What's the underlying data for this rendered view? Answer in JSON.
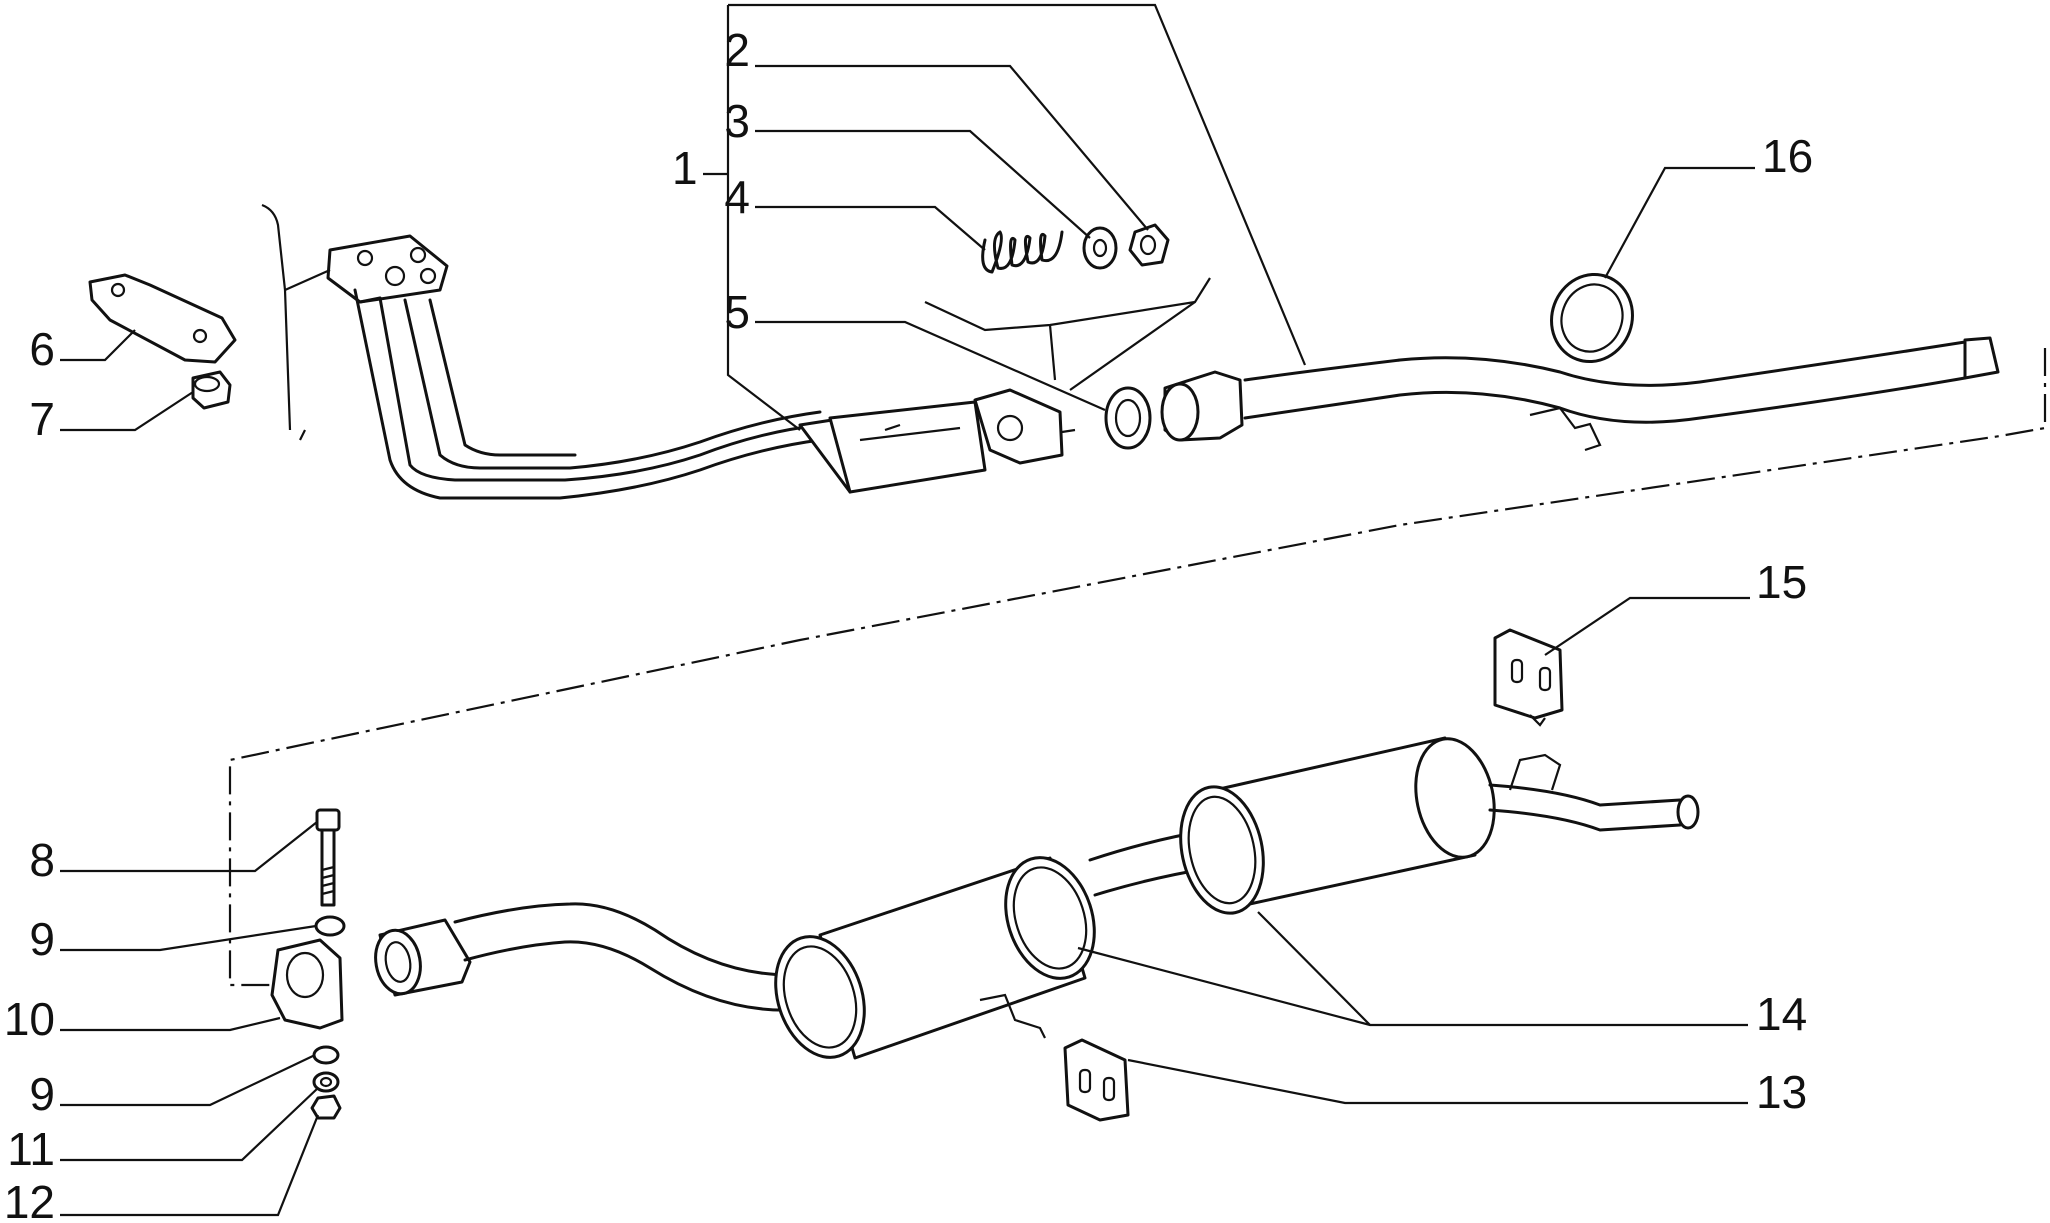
{
  "labels": {
    "c1": "1",
    "c2": "2",
    "c3": "3",
    "c4": "4",
    "c5": "5",
    "c6": "6",
    "c7": "7",
    "c8": "8",
    "c9a": "9",
    "c10": "10",
    "c9b": "9",
    "c11": "11",
    "c12": "12",
    "c13": "13",
    "c14": "14",
    "c15": "15",
    "c16": "16"
  }
}
